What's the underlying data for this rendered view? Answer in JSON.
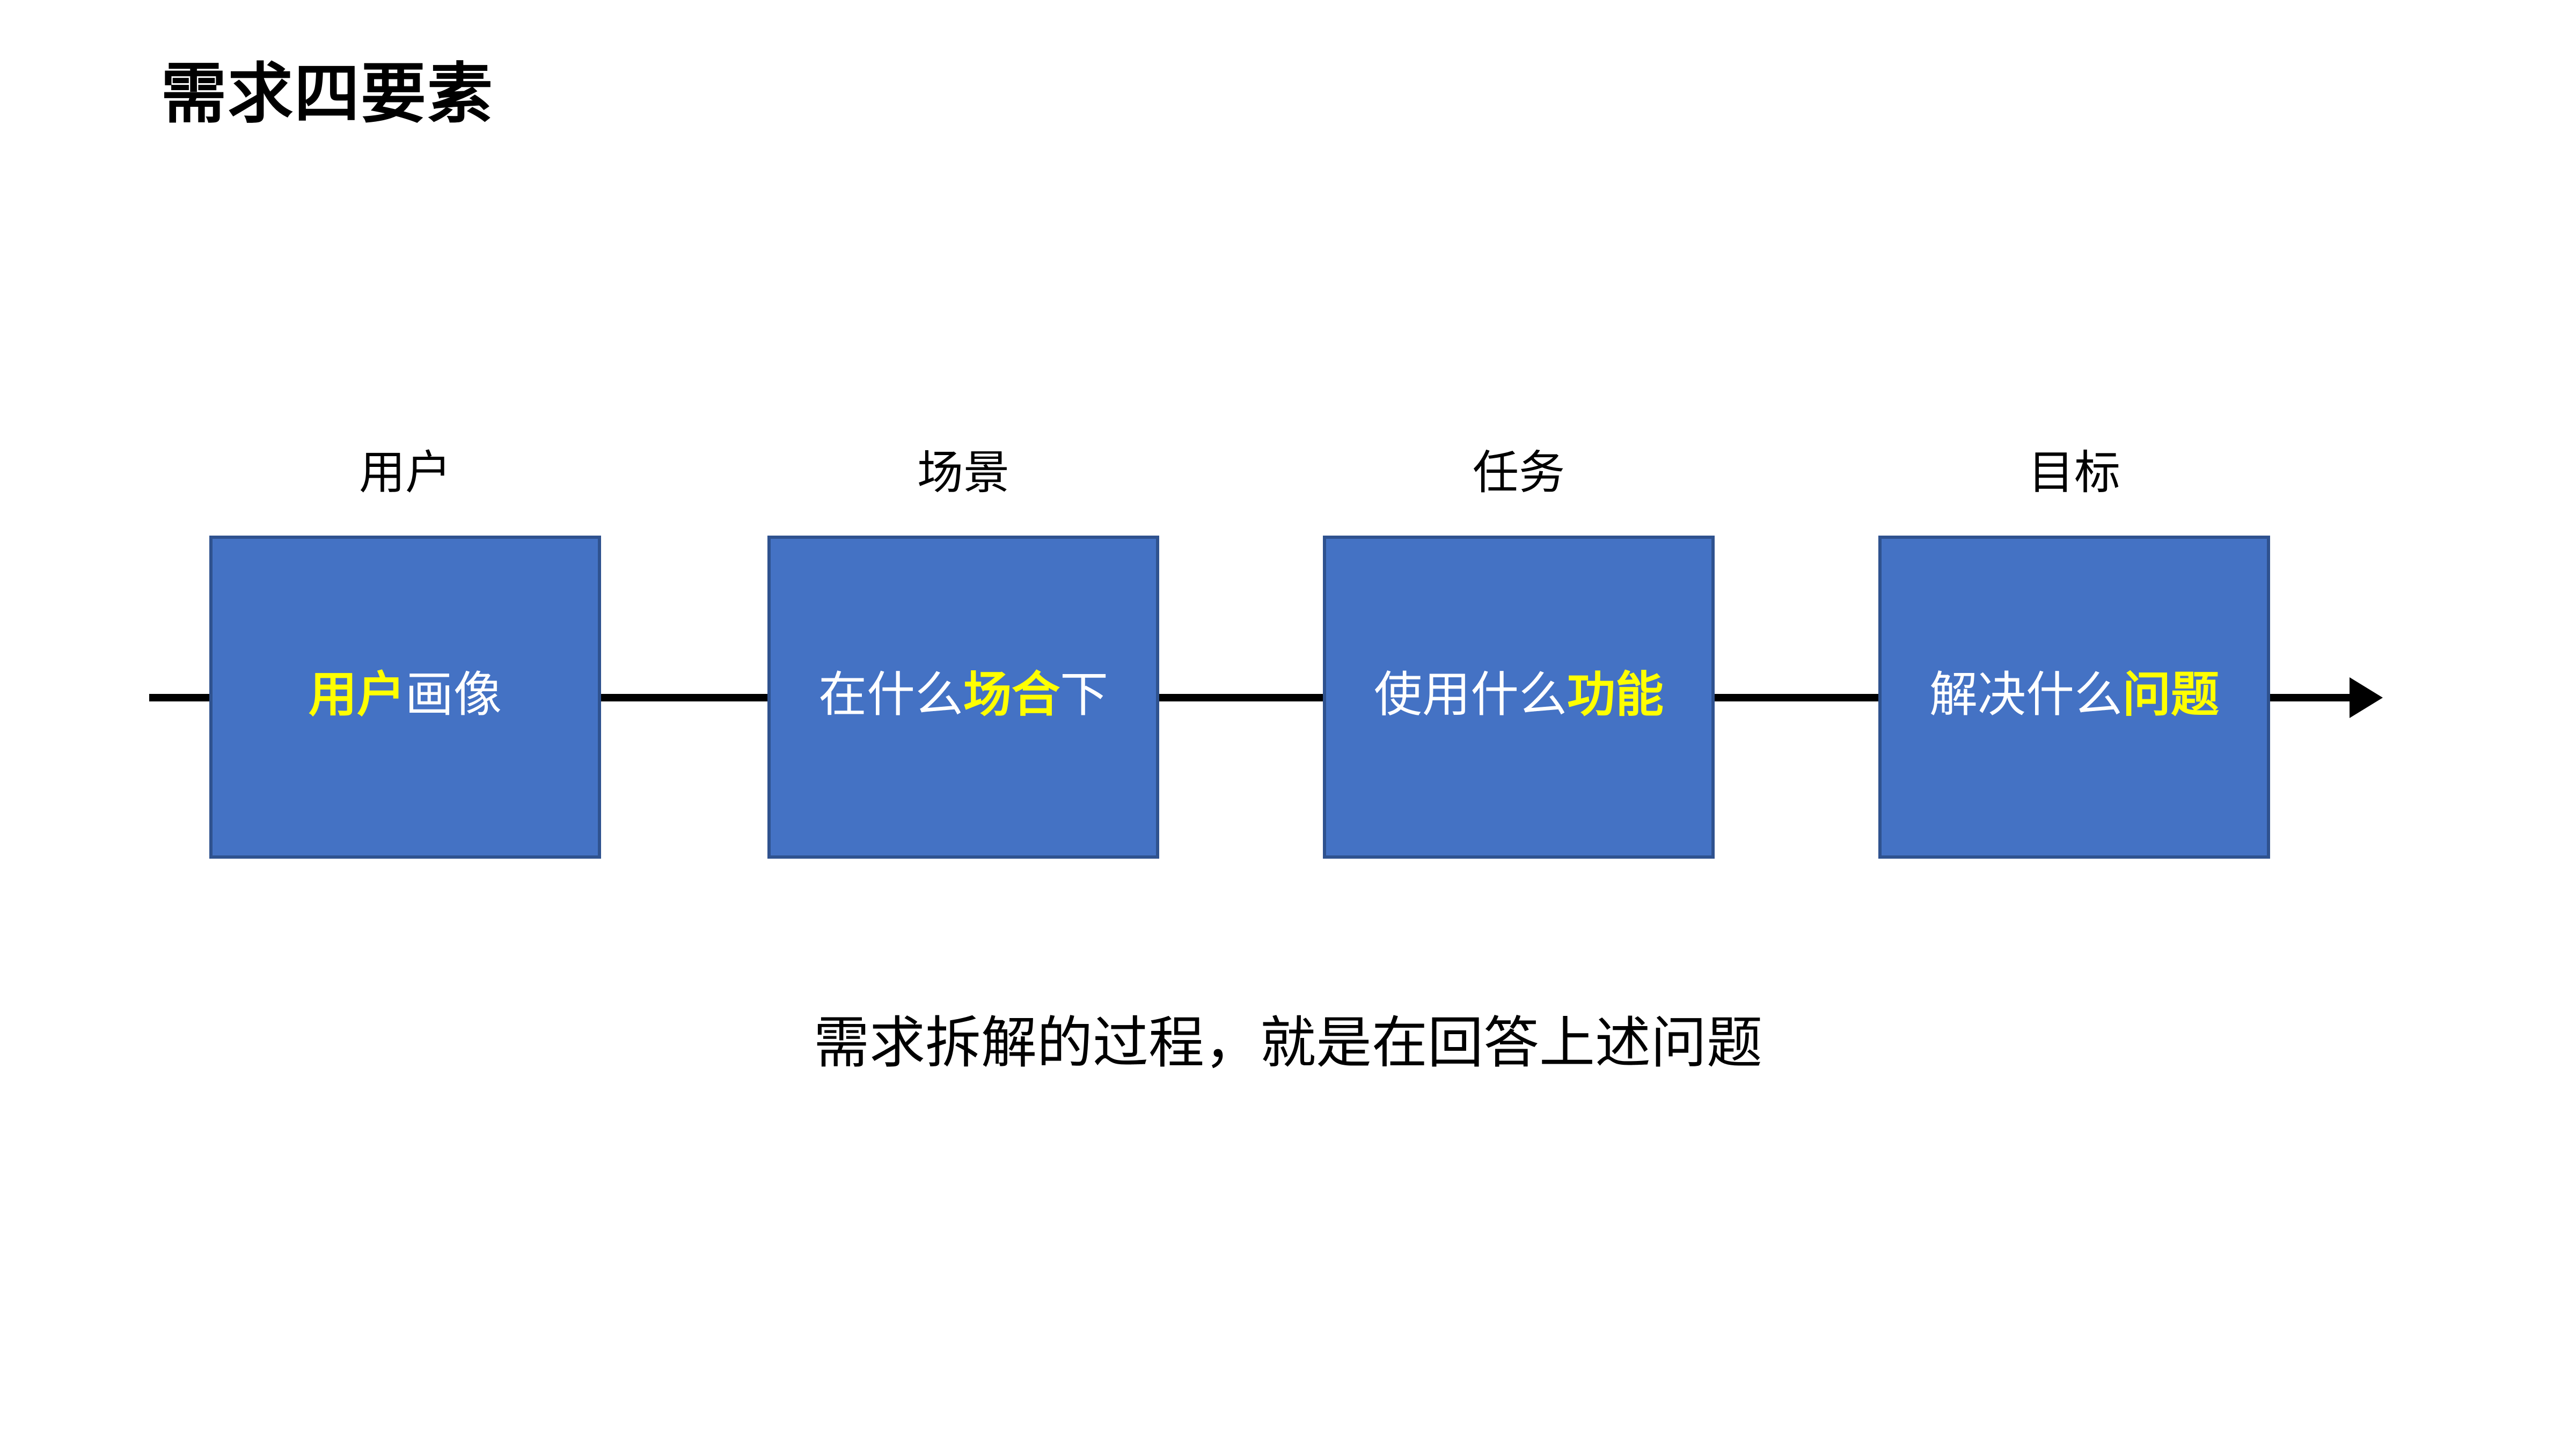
{
  "slide": {
    "title": "需求四要素",
    "background_color": "#FFFFFF",
    "caption": "需求拆解的过程，就是在回答上述问题"
  },
  "theme": {
    "box_fill": "#4472C4",
    "box_border": "#2F528F",
    "highlight_color": "#FFFF00",
    "box_text_color": "#FFFFFF",
    "label_color": "#000000",
    "line_color": "#000000"
  },
  "diagram": {
    "type": "flow",
    "direction": "left-to-right",
    "arrow_end": "right",
    "nodes": [
      {
        "label": "用户",
        "text_plain": "用户画像",
        "text_prefix": "",
        "text_highlight": "用户",
        "text_suffix": "画像",
        "highlight_position": "start"
      },
      {
        "label": "场景",
        "text_plain": "在什么场合下",
        "text_prefix": "在什么",
        "text_highlight": "场合",
        "text_suffix": "下",
        "highlight_position": "middle"
      },
      {
        "label": "任务",
        "text_plain": "使用什么功能",
        "text_prefix": "使用什么",
        "text_highlight": "功能",
        "text_suffix": "",
        "highlight_position": "end"
      },
      {
        "label": "目标",
        "text_plain": "解决什么问题",
        "text_prefix": "解决什么",
        "text_highlight": "问题",
        "text_suffix": "",
        "highlight_position": "end"
      }
    ]
  }
}
